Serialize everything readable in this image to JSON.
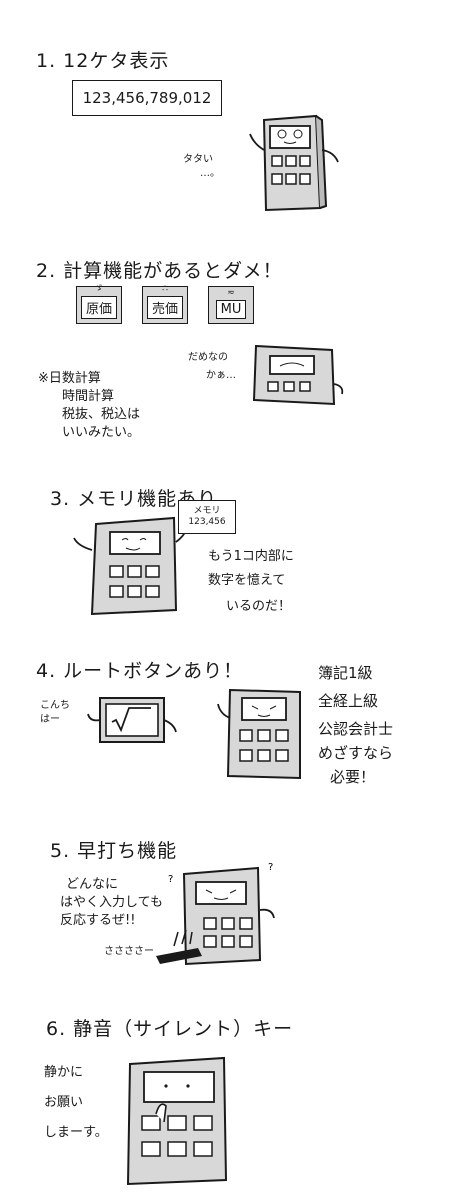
{
  "sections": [
    {
      "heading": "1. 12ケタ表示",
      "display_value": "123,456,789,012",
      "caption_lines": [
        "タタい",
        "…。"
      ]
    },
    {
      "heading": "2. 計算機能があるとダメ！",
      "keys": [
        "原価",
        "売価",
        "MU"
      ],
      "note_lines": [
        "※日数計算",
        "時間計算",
        "税抜、税込は",
        "いいみたい。"
      ],
      "speech_lines": [
        "だめなの",
        "かぁ…"
      ]
    },
    {
      "heading": "3. メモリ機能あり",
      "sign_lines": [
        "メモリ",
        "123,456"
      ],
      "speech_lines": [
        "もう1コ内部に",
        "数字を憶えて",
        "いるのだ！"
      ]
    },
    {
      "heading": "4. ルートボタンあり！",
      "small_lines": [
        "こんち",
        "はー"
      ],
      "speech_lines": [
        "簿記1級",
        "全経上級",
        "公認会計士",
        "めざすなら",
        "必要！"
      ]
    },
    {
      "heading": "5. 早打ち機能",
      "speech_lines": [
        "どんなに",
        "はやく入力しても",
        "反応するぜ!!"
      ],
      "small_text": "ささささー"
    },
    {
      "heading": "6. 静音（サイレント）キー",
      "speech_lines": [
        "静かに",
        "お願い",
        "しまーす。"
      ]
    }
  ]
}
